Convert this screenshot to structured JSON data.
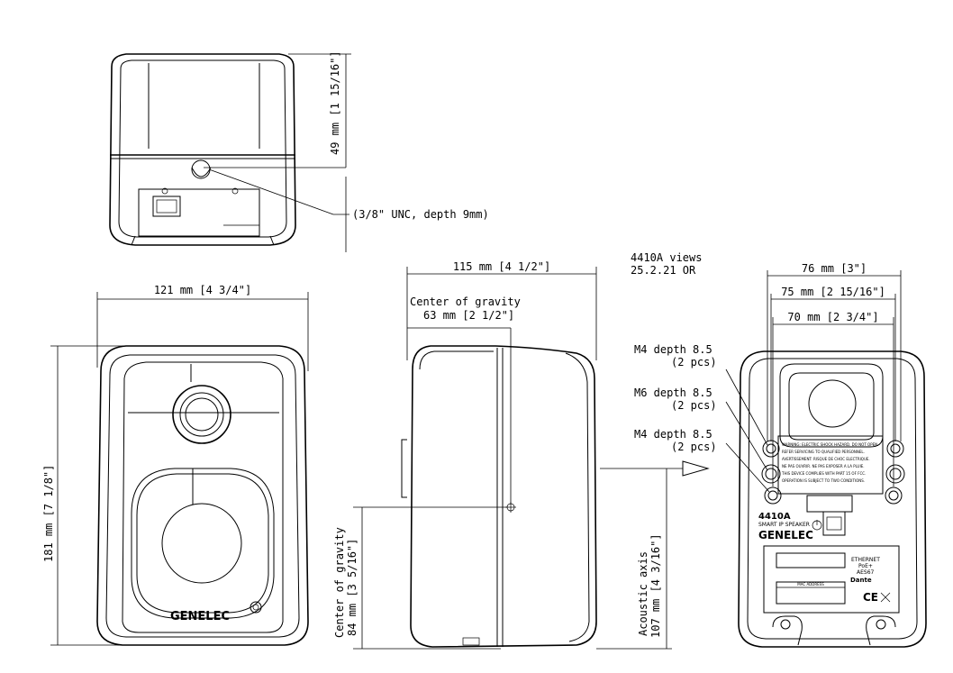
{
  "title": {
    "line1": "4410A views",
    "line2": "25.2.21 OR"
  },
  "top_view": {
    "height_dim": "49 mm [1 15/16\"]",
    "thread_note": "(3/8\" UNC, depth 9mm)"
  },
  "front_view": {
    "width_dim": "121 mm [4 3/4\"]",
    "height_dim": "181 mm [7 1/8\"]",
    "brand": "GENELEC"
  },
  "side_view": {
    "depth_dim": "115 mm [4 1/2\"]",
    "cog_horizontal_line1": "Center of gravity",
    "cog_horizontal_line2": "63 mm [2 1/2\"]",
    "cog_vertical_line1": "Center of gravity",
    "cog_vertical_line2": "84 mm [3 5/16\"]",
    "acoustic_line1": "Acoustic axis",
    "acoustic_line2": "107 mm [4 3/16\"]"
  },
  "rear_view": {
    "dim_76": "76 mm [3\"]",
    "dim_75": "75 mm [2 15/16\"]",
    "dim_70": "70 mm [2 3/4\"]",
    "hole1_line1": "M4 depth 8.5",
    "hole1_line2": "(2 pcs)",
    "hole2_line1": "M6 depth 8.5",
    "hole2_line2": "(2 pcs)",
    "hole3_line1": "M4 depth 8.5",
    "hole3_line2": "(2 pcs)",
    "model": "4410A",
    "model_sub": "SMART IP SPEAKER",
    "brand": "GENELEC",
    "port_line1": "ETHERNET",
    "port_line2": "PoE+",
    "port_line3": "AES67",
    "mac_label": "MAC ADDRESS",
    "ce_mark": "CE",
    "dante": "Dante"
  }
}
